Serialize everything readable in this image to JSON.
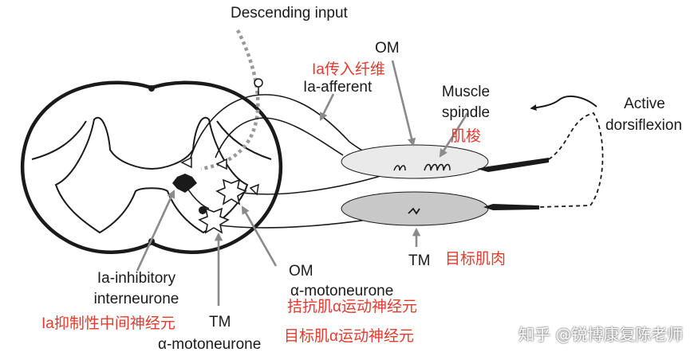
{
  "labels": {
    "descending_input": "Descending input",
    "om_top": "OM",
    "ia_afferent_cn": "Ia传入纤维",
    "ia_afferent_en": "Ia-afferent",
    "muscle_spindle_line1": "Muscle",
    "muscle_spindle_line2": "spindle",
    "muscle_spindle_cn": "肌梭",
    "active_line1": "Active",
    "active_line2": "dorsiflexion",
    "tm_right": "TM",
    "tm_right_cn": "目标肌肉",
    "om_bottom": "OM",
    "om_alpha_en": "α-motoneurone",
    "om_alpha_cn": "拮抗肌α运动神经元",
    "tm_alpha_cn": "目标肌α运动神经元",
    "ia_inhib_line1": "Ia-inhibitory",
    "ia_inhib_line2": "interneurone",
    "ia_inhib_cn": "Ia抑制性中间神经元",
    "tm_bottom": "TM",
    "tm_bottom_alpha": "α-motoneurone"
  },
  "watermark": "知乎 @锐博康复陈老师",
  "colors": {
    "ink": "#1a1a1a",
    "red_text": "#e23b2e",
    "gray_arrow": "#8a8a8a",
    "dotted_pathway": "#999999",
    "om_muscle_fill": "#eaeaea",
    "tm_muscle_fill": "#c8c8c8"
  }
}
